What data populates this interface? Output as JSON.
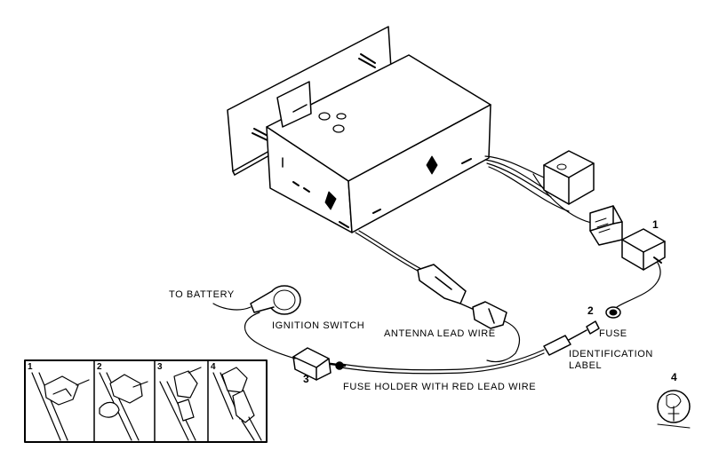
{
  "labels": {
    "to_battery": "TO BATTERY",
    "ignition_switch": "IGNITION SWITCH",
    "antenna_lead_wire": "ANTENNA LEAD WIRE",
    "fuse": "FUSE",
    "identification_label_line1": "IDENTIFICATION",
    "identification_label_line2": "LABEL",
    "fuse_holder": "FUSE HOLDER WITH RED LEAD WIRE"
  },
  "callouts": {
    "c1": "1",
    "c2": "2",
    "c3": "3",
    "c4": "4"
  },
  "inset": {
    "step1": "1",
    "step2": "2",
    "step3": "3",
    "step4": "4"
  },
  "colors": {
    "ink": "#000000",
    "paper": "#ffffff"
  }
}
